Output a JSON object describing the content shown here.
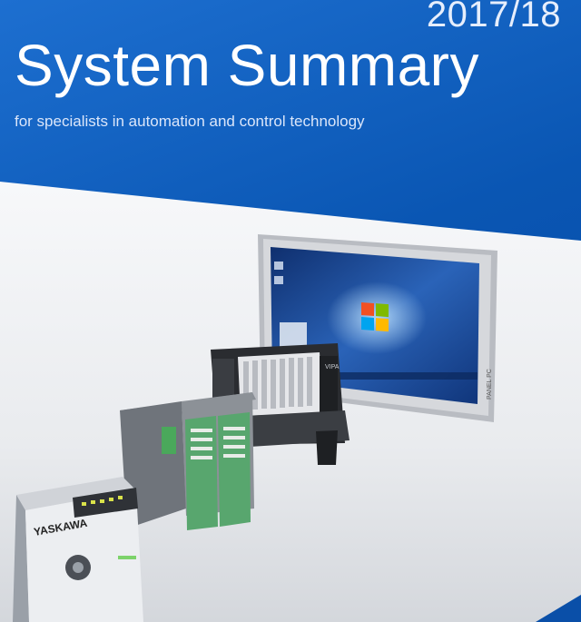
{
  "cover": {
    "year": "2017/18",
    "title": "System Summary",
    "subtitle": "for specialists in automation and control technology"
  },
  "products": {
    "panel_label": "PANEL PC",
    "brand": "YASKAWA",
    "module_brand": "VIPA"
  },
  "colors": {
    "brand_blue": "#0d57b4",
    "panel_white": "#f0f1f3",
    "screen_blue": "#1d4f9e"
  }
}
